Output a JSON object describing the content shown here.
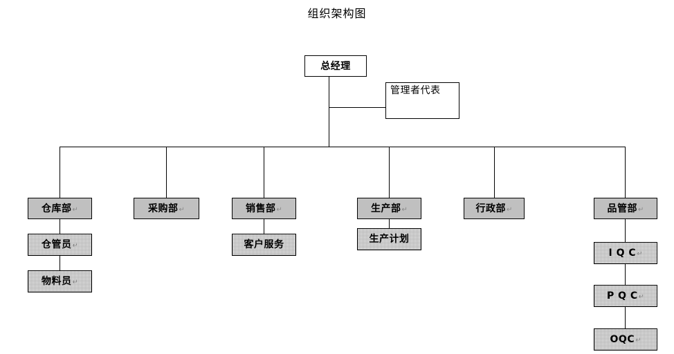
{
  "title": "组织架构图",
  "colors": {
    "department_fill": "#c0c0c0",
    "sub_fill": "#e8e8e8",
    "plain_fill": "#ffffff",
    "border": "#000000",
    "text": "#000000",
    "pilcrow": "#888888"
  },
  "glyphs": {
    "paragraph_mark": "↵"
  },
  "nodes": {
    "general_manager": {
      "label": "总经理"
    },
    "management_representative": {
      "label": "管理者代表"
    },
    "warehouse_dept": {
      "label": "仓库部"
    },
    "warehouse_keeper": {
      "label": "仓管员"
    },
    "material_clerk": {
      "label": "物料员"
    },
    "purchasing_dept": {
      "label": "采购部"
    },
    "sales_dept": {
      "label": "销售部"
    },
    "customer_service": {
      "label": "客户服务"
    },
    "production_dept": {
      "label": "生产部"
    },
    "production_planning": {
      "label": "生产计划"
    },
    "admin_dept": {
      "label": "行政部"
    },
    "quality_dept": {
      "label": "品管部"
    },
    "iqc": {
      "label": "I Q C"
    },
    "pqc": {
      "label": "P Q C"
    },
    "oqc": {
      "label": "OQC"
    }
  }
}
